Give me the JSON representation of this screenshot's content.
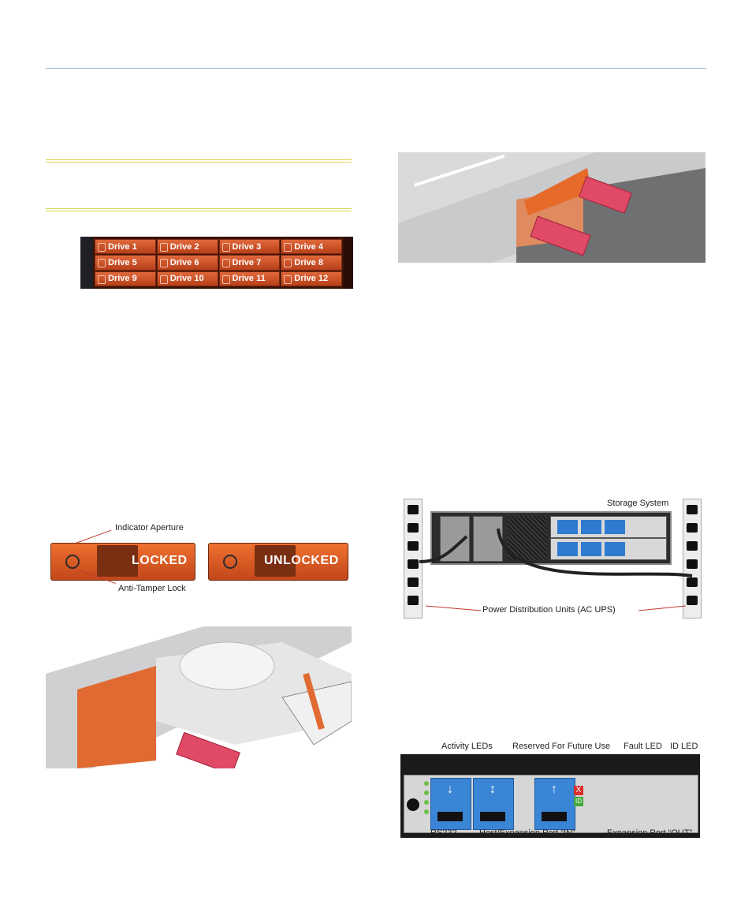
{
  "drive_panel": {
    "drives": [
      "Drive 1",
      "Drive 2",
      "Drive 3",
      "Drive 4",
      "Drive 5",
      "Drive 6",
      "Drive 7",
      "Drive 8",
      "Drive 9",
      "Drive 10",
      "Drive 11",
      "Drive 12"
    ]
  },
  "carriers": {
    "indicator_aperture": "Indicator Aperture",
    "anti_tamper_lock": "Anti-Tamper Lock",
    "locked": "LOCKED",
    "unlocked": "UNLOCKED"
  },
  "power_diagram": {
    "storage_system": "Storage System",
    "pdu": "Power Distribution Units (AC UPS)"
  },
  "controller": {
    "activity_leds": "Activity LEDs",
    "reserved": "Reserved For Future Use",
    "fault_led": "Fault LED",
    "id_led": "ID LED",
    "rs232": "RS232",
    "host_port": "Host/Expansion Port “IN”",
    "exp_port": "Expansion Port “OUT”",
    "fault_mark": "X",
    "id_mark": "ID"
  },
  "colors": {
    "accent_orange": "#d9552a",
    "arrow_pink": "#e04a66",
    "port_blue": "#3b85d6",
    "rule_blue": "#8fb3d9",
    "note_yellow": "#d8d24a"
  }
}
